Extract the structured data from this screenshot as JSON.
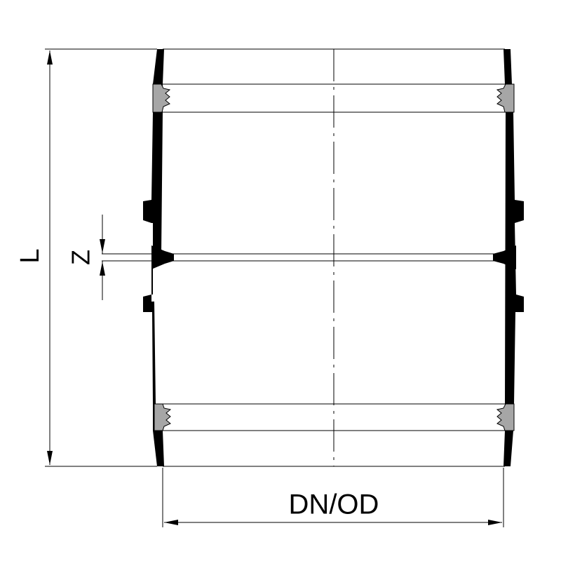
{
  "diagram": {
    "dimensions": {
      "length_label": "L",
      "gap_label": "Z",
      "diameter_label": "DN/OD"
    },
    "colors": {
      "body": "#000000",
      "seal": "#a6a6a6",
      "line": "#000000",
      "background": "#ffffff"
    }
  }
}
